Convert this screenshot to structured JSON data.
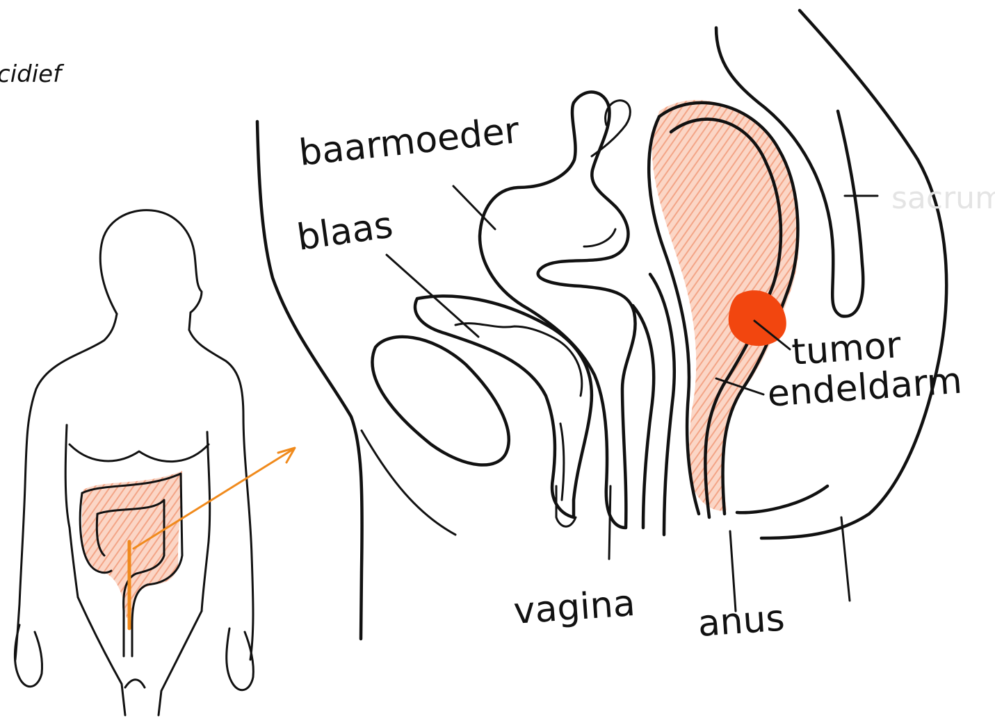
{
  "title": "cidief",
  "labels": {
    "uterus": "baarmoeder",
    "bladder": "blaas",
    "tumor": "tumor",
    "rectum": "endeldarm",
    "vagina": "vagina",
    "anus": "anus",
    "faint_sacrum": "sacrum"
  },
  "colors": {
    "ink": "#111111",
    "rectum_fill": "#f6b49b",
    "tumor_fill": "#f2460f",
    "arrow": "#f08a1c"
  }
}
